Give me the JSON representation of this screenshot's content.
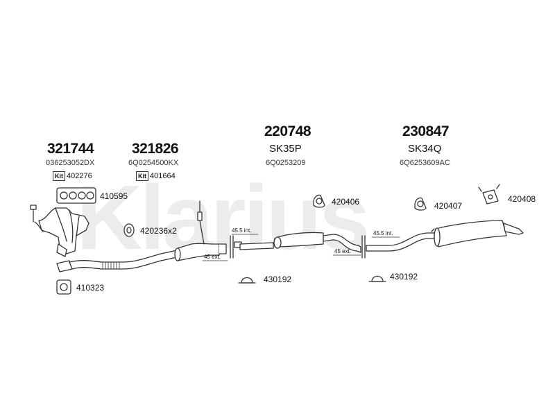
{
  "brand_watermark": "Klarius",
  "colors": {
    "ink": "#333333",
    "pipe_fill": "#ffffff",
    "watermark": "#ececec"
  },
  "groups": {
    "front": {
      "part_number": "321744",
      "oe_number": "036253052DX",
      "kit_label": "Kit",
      "kit_number": "402276"
    },
    "downpipe": {
      "part_number": "321826",
      "oe_number": "6Q0254500KX",
      "kit_label": "Kit",
      "kit_number": "401664"
    },
    "center": {
      "part_number": "220748",
      "sk_number": "SK35P",
      "oe_number": "6Q0253209"
    },
    "rear": {
      "part_number": "230847",
      "sk_number": "SK34Q",
      "oe_number": "6Q6253609AC"
    }
  },
  "accessories": {
    "gasket_manifold": "410595",
    "gasket_ring": "420236x2",
    "gasket_flange": "410323",
    "hanger_center": "420406",
    "hanger_rear": "420407",
    "hanger_tail": "420408",
    "clamp_1": "430192",
    "clamp_2": "430192"
  },
  "dimensions": {
    "int_1": "45.5 int.",
    "ext_1": "45 ext.",
    "int_2": "45.5 int.",
    "ext_2": "45 ext."
  }
}
